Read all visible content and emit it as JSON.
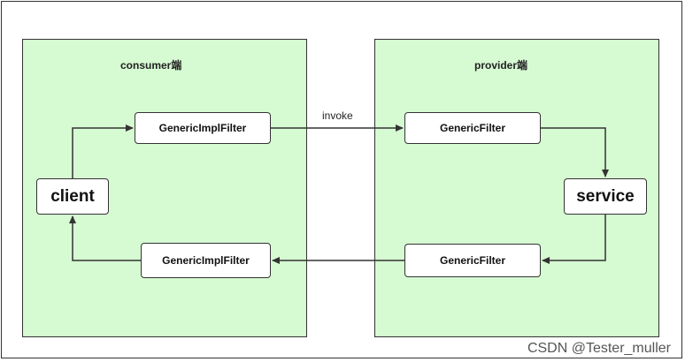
{
  "regions": {
    "consumer_title": "consumer端",
    "provider_title": "provider端"
  },
  "boxes": {
    "generic_impl_filter_top": "GenericImplFilter",
    "generic_impl_filter_bottom": "GenericImplFilter",
    "client": "client",
    "generic_filter_top": "GenericFilter",
    "service": "service",
    "generic_filter_bottom": "GenericFilter"
  },
  "edge_labels": {
    "invoke": "invoke"
  },
  "watermark": "CSDN @Tester_muller",
  "colors": {
    "region_fill": "#d6fad2",
    "border": "#333333"
  }
}
